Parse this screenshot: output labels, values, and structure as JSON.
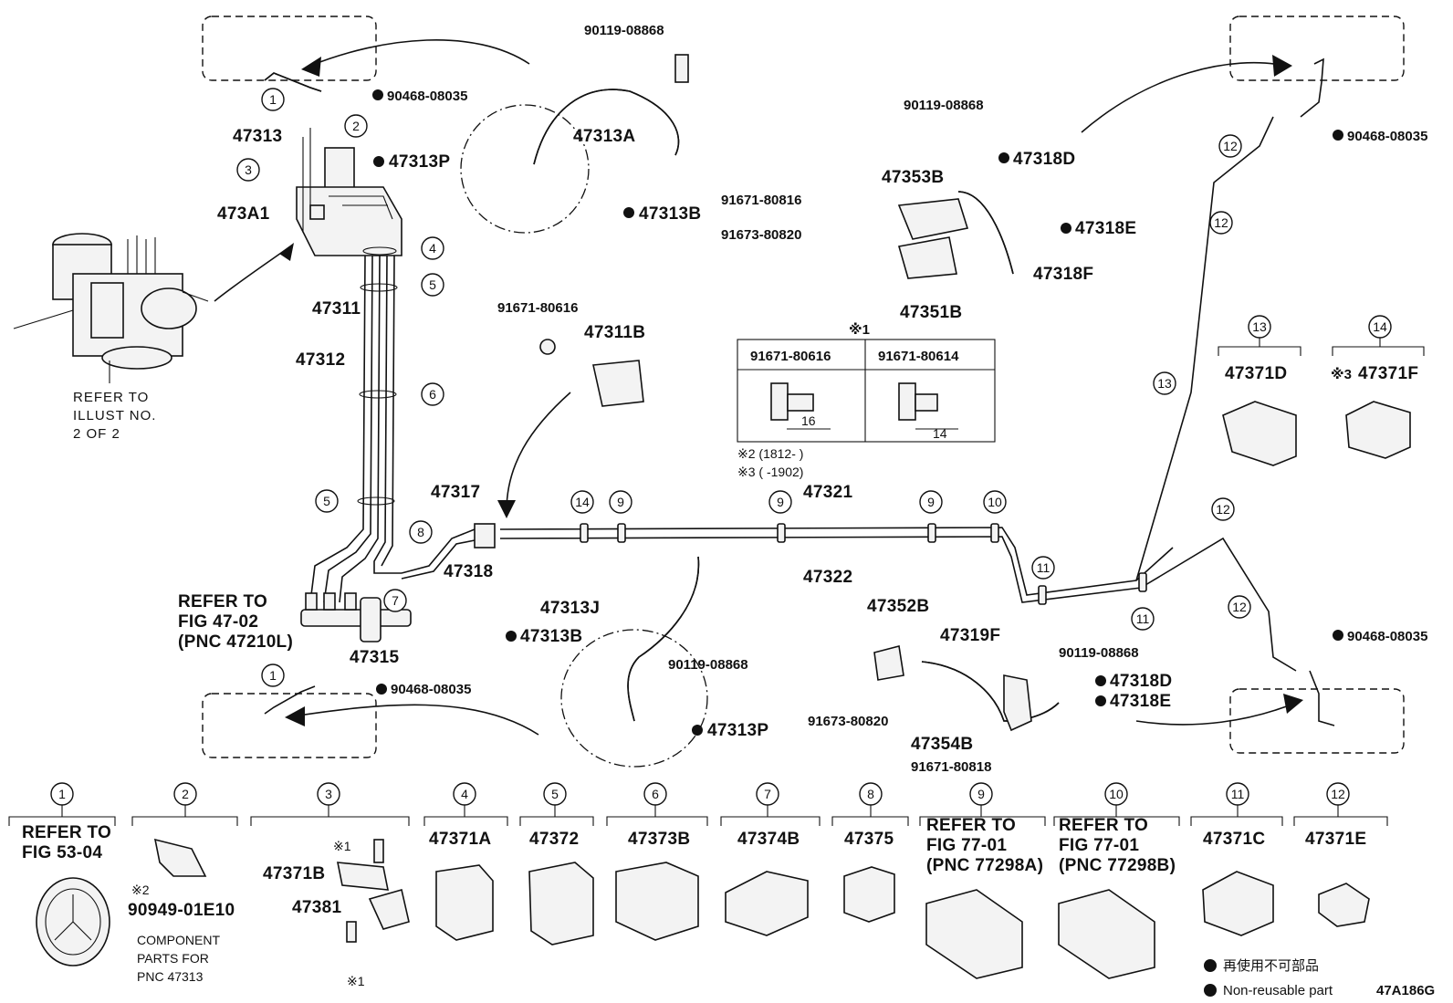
{
  "callouts": {
    "n1": "1",
    "n2": "2",
    "n3": "3",
    "n4": "4",
    "n5": "5",
    "n6": "6",
    "n7": "7",
    "n8": "8",
    "n9": "9",
    "n10": "10",
    "n11": "11",
    "n12": "12",
    "n13": "13",
    "n14": "14"
  },
  "parts": {
    "p90119_08868": "90119-08868",
    "p90468_08035": "90468-08035",
    "p47313": "47313",
    "p47313A": "47313A",
    "p47313P": "47313P",
    "p47313B": "47313B",
    "p473A1": "473A1",
    "p47311": "47311",
    "p47312": "47312",
    "p47311B": "47311B",
    "p91671_80616": "91671-80616",
    "p91671_80614": "91671-80614",
    "p91671_80816": "91671-80816",
    "p91673_80820": "91673-80820",
    "p91671_80818": "91671-80818",
    "p47353B": "47353B",
    "p47351B": "47351B",
    "p47318D": "47318D",
    "p47318E": "47318E",
    "p47318F": "47318F",
    "p47317": "47317",
    "p47318": "47318",
    "p47321": "47321",
    "p47322": "47322",
    "p47315": "47315",
    "p47313J": "47313J",
    "p47352B": "47352B",
    "p47319F": "47319F",
    "p47354B": "47354B",
    "p47371D": "47371D",
    "p47371F": "47371F",
    "p47371A": "47371A",
    "p47372": "47372",
    "p47373B": "47373B",
    "p47374B": "47374B",
    "p47375": "47375",
    "p47371C": "47371C",
    "p47371E": "47371E",
    "p47371B": "47371B",
    "p47381": "47381",
    "p90949_01E10": "90949-01E10"
  },
  "refs": {
    "illust_l1": "REFER TO",
    "illust_l2": "ILLUST NO.",
    "illust_l3": "2 OF 2",
    "fig4702_l1": "REFER TO",
    "fig4702_l2": "FIG 47-02",
    "fig4702_l3": "(PNC 47210L)",
    "fig5304_l1": "REFER TO",
    "fig5304_l2": "FIG 53-04",
    "fig7701a_l1": "REFER TO",
    "fig7701a_l2": "FIG 77-01",
    "fig7701a_l3": "(PNC 77298A)",
    "fig7701b_l1": "REFER TO",
    "fig7701b_l2": "FIG 77-01",
    "fig7701b_l3": "(PNC 77298B)",
    "comp_l1": "COMPONENT",
    "comp_l2": "PARTS FOR",
    "comp_l3": "PNC 47313"
  },
  "bolt_table": {
    "title": "※1",
    "col1": "91671-80616",
    "col2": "91671-80614",
    "len1": "16",
    "len2": "14"
  },
  "notes": {
    "n2": "※2 (1812-      )",
    "n3": "※3 (      -1902)",
    "mark1": "※1",
    "mark2": "※2",
    "mark3": "※3"
  },
  "legend": {
    "jp": "再使用不可部品",
    "en": "Non-reusable part"
  },
  "illustration_id": "47A186G"
}
